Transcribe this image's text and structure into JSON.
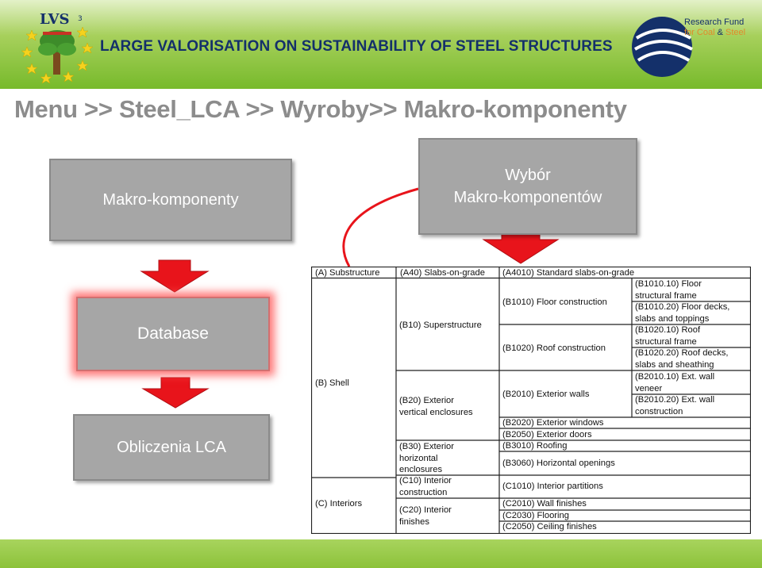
{
  "header": {
    "logo_text": "LVS",
    "logo_sup": "3",
    "title": "LARGE VALORISATION ON SUSTAINABILITY OF STEEL STRUCTURES",
    "rfcs_line1": "Research Fund",
    "rfcs_line2a": "for Coal",
    "rfcs_amp": "&",
    "rfcs_line2b": "Steel"
  },
  "page_title": "Menu >> Steel_LCA >> Wyroby>> Makro-komponenty",
  "boxes": {
    "makro": "Makro-komponenty",
    "wybor_line1": "Wybór",
    "wybor_line2": "Makro-komponentów",
    "database": "Database",
    "lca": "Obliczenia LCA"
  },
  "table": {
    "h1": "(A) Substructure",
    "h2": "(A40) Slabs-on-grade",
    "h3": "(A4010) Standard slabs-on-grade",
    "shell": "(B) Shell",
    "interiors": "(C) Interiors",
    "b10": "(B10) Superstructure",
    "b20a": "(B20) Exterior",
    "b20b": "vertical enclosures",
    "b30a": "(B30) Exterior",
    "b30b": "horizontal",
    "b30c": "enclosures",
    "c10a": "(C10) Interior",
    "c10b": "construction",
    "c20a": "(C20) Interior",
    "c20b": "finishes",
    "b1010": "(B1010) Floor construction",
    "b1020": "(B1020) Roof construction",
    "b2010": "(B2010) Exterior walls",
    "b2020": "(B2020) Exterior windows",
    "b2050": "(B2050) Exterior doors",
    "b3010": "(B3010) Roofing",
    "b3060": "(B3060) Horizontal openings",
    "c1010": "(C1010) Interior partitions",
    "c2010": "(C2010) Wall finishes",
    "c2030": "(C2030) Flooring",
    "c2050": "(C2050) Ceiling finishes",
    "b101010a": "(B1010.10) Floor",
    "b101010b": "structural frame",
    "b101020a": "(B1010.20) Floor decks,",
    "b101020b": "slabs and toppings",
    "b102010a": "(B1020.10) Roof",
    "b102010b": "structural frame",
    "b102020a": "(B1020.20) Roof decks,",
    "b102020b": "slabs and sheathing",
    "b201010a": "(B2010.10) Ext. wall",
    "b201010b": "veneer",
    "b201020a": "(B2010.20) Ext. wall",
    "b201020b": "construction"
  },
  "colors": {
    "header_green": "#77ba2b",
    "title_navy": "#14306a",
    "box_grey": "#a6a6a6",
    "arrow_red": "#e8141b"
  }
}
